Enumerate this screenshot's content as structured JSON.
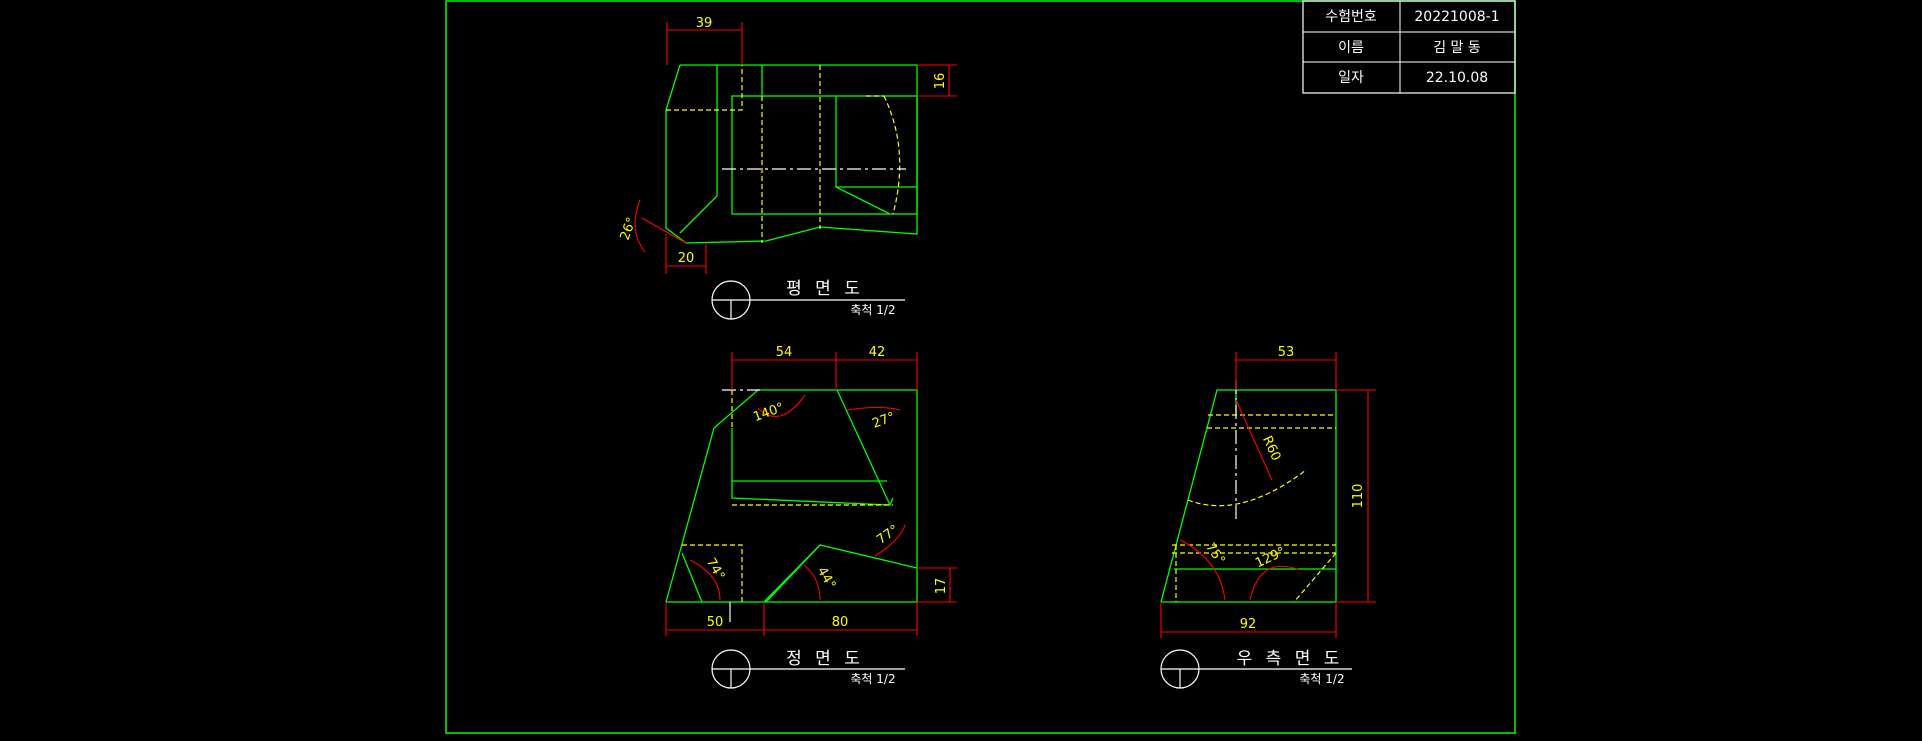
{
  "title_block": {
    "rows": [
      {
        "label": "수험번호",
        "value": "20221008-1"
      },
      {
        "label": "이름",
        "value": "김 말 동"
      },
      {
        "label": "일자",
        "value": "22.10.08"
      }
    ]
  },
  "views": {
    "plan": {
      "title": "평 면 도",
      "scale": "축척 1/2"
    },
    "front": {
      "title": "정 면 도",
      "scale": "축척 1/2"
    },
    "right": {
      "title": "우 측 면 도",
      "scale": "축척 1/2"
    }
  },
  "dimensions": {
    "plan_39": "39",
    "plan_16": "16",
    "plan_20": "20",
    "plan_26": "26°",
    "front_54": "54",
    "front_42": "42",
    "front_140": "140°",
    "front_27": "27°",
    "front_74": "74°",
    "front_44": "44°",
    "front_77": "77°",
    "front_17": "17",
    "front_50": "50",
    "front_80": "80",
    "right_53": "53",
    "right_r60": "R60",
    "right_110": "110",
    "right_75": "75°",
    "right_129": "129°",
    "right_92": "92"
  },
  "colors": {
    "outline": "#00ff00",
    "hidden": "#ffff00",
    "dimension": "#ff0000",
    "text": "#ffffff",
    "background": "#000000"
  }
}
